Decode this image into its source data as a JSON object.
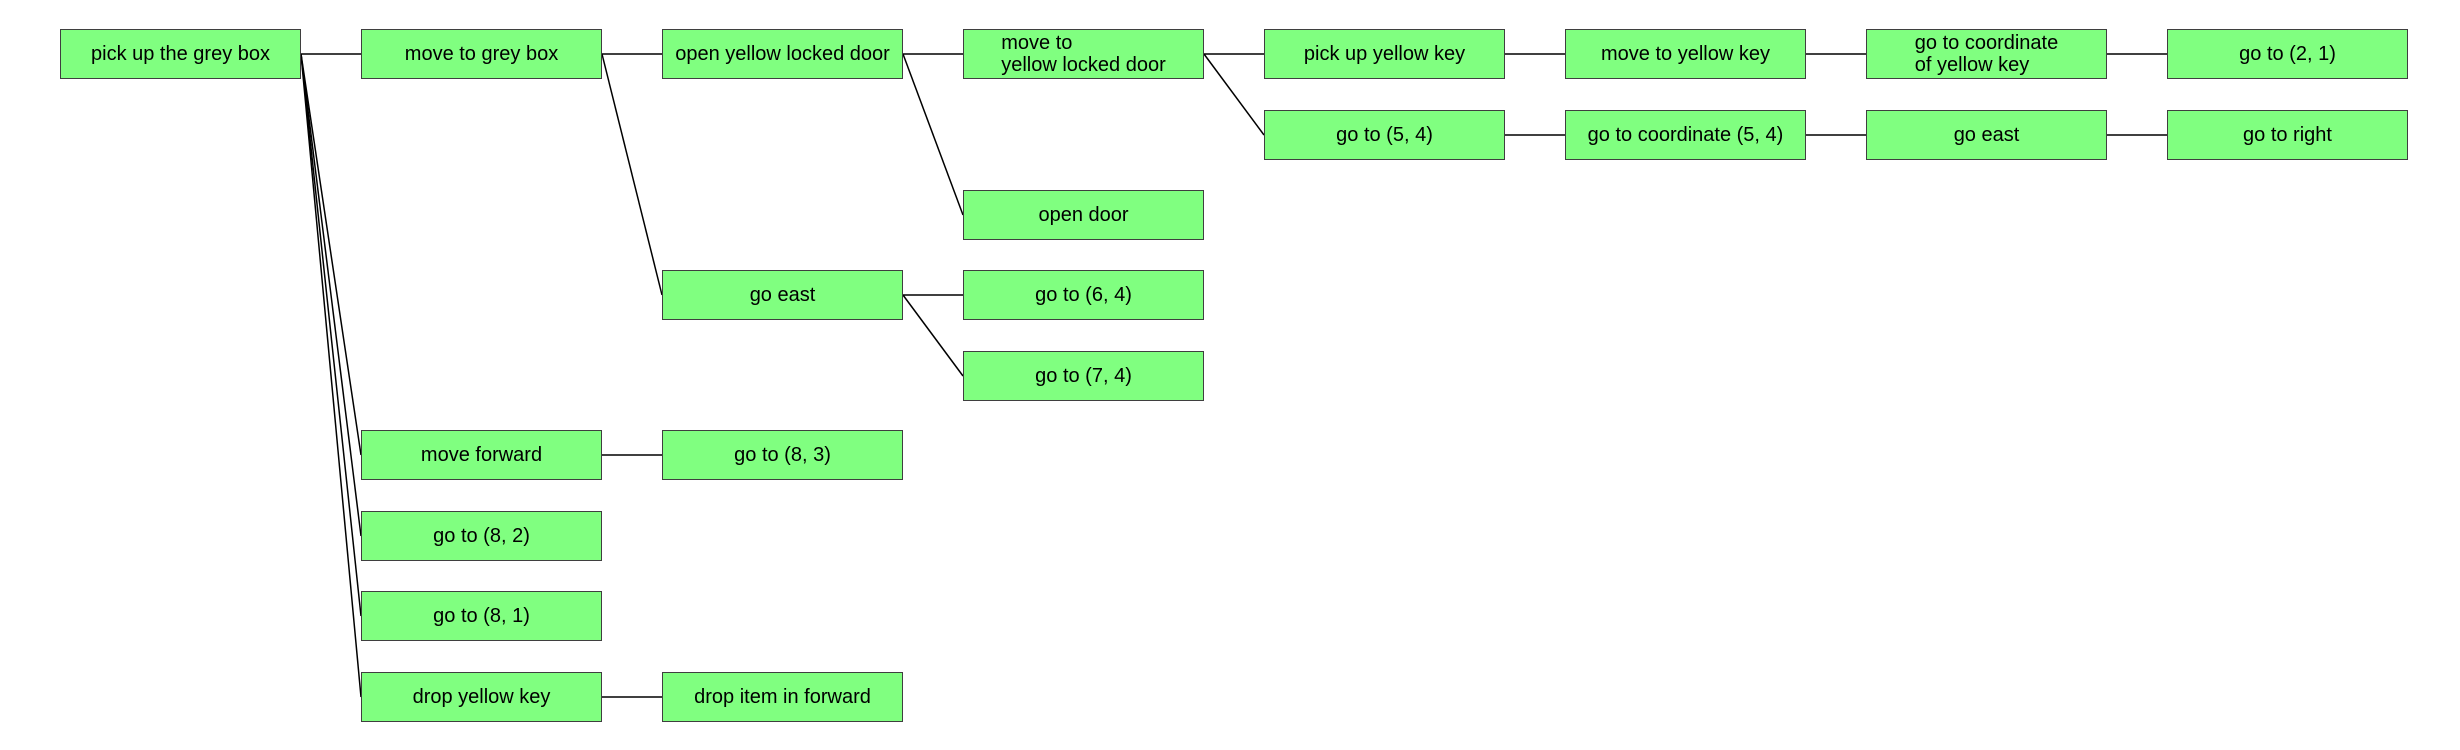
{
  "colors": {
    "node_fill": "#80ff80",
    "node_border": "#3f3f3f",
    "edge": "#000000",
    "background": "#ffffff"
  },
  "nodes": {
    "pick_up_grey_box": "pick up the grey box",
    "move_to_grey_box": "move to grey box",
    "move_forward": "move forward",
    "go_to_8_2": "go to (8, 2)",
    "go_to_8_1": "go to (8, 1)",
    "drop_yellow_key": "drop yellow key",
    "open_yellow_locked_door": "open yellow locked door",
    "go_east_1": "go east",
    "go_to_8_3": "go to (8, 3)",
    "drop_item_in_forward": "drop item in forward",
    "move_to_yellow_locked_door": "move to\nyellow locked door",
    "open_door": "open door",
    "go_to_6_4": "go to (6, 4)",
    "go_to_7_4": "go to (7, 4)",
    "pick_up_yellow_key": "pick up yellow key",
    "go_to_5_4": "go to (5, 4)",
    "move_to_yellow_key": "move to yellow key",
    "go_to_coordinate_5_4": "go to coordinate (5, 4)",
    "go_to_coordinate_of_yellow_key": "go to coordinate\nof yellow key",
    "go_east_2": "go east",
    "go_to_2_1": "go to (2, 1)",
    "go_to_right": "go to right"
  },
  "edges": [
    [
      "pick_up_grey_box",
      "move_to_grey_box"
    ],
    [
      "pick_up_grey_box",
      "move_forward"
    ],
    [
      "pick_up_grey_box",
      "go_to_8_2"
    ],
    [
      "pick_up_grey_box",
      "go_to_8_1"
    ],
    [
      "pick_up_grey_box",
      "drop_yellow_key"
    ],
    [
      "move_to_grey_box",
      "open_yellow_locked_door"
    ],
    [
      "move_to_grey_box",
      "go_east_1"
    ],
    [
      "move_forward",
      "go_to_8_3"
    ],
    [
      "drop_yellow_key",
      "drop_item_in_forward"
    ],
    [
      "open_yellow_locked_door",
      "move_to_yellow_locked_door"
    ],
    [
      "open_yellow_locked_door",
      "open_door"
    ],
    [
      "go_east_1",
      "go_to_6_4"
    ],
    [
      "go_east_1",
      "go_to_7_4"
    ],
    [
      "move_to_yellow_locked_door",
      "pick_up_yellow_key"
    ],
    [
      "move_to_yellow_locked_door",
      "go_to_5_4"
    ],
    [
      "pick_up_yellow_key",
      "move_to_yellow_key"
    ],
    [
      "go_to_5_4",
      "go_to_coordinate_5_4"
    ],
    [
      "move_to_yellow_key",
      "go_to_coordinate_of_yellow_key"
    ],
    [
      "go_to_coordinate_5_4",
      "go_east_2"
    ],
    [
      "go_to_coordinate_of_yellow_key",
      "go_to_2_1"
    ],
    [
      "go_east_2",
      "go_to_right"
    ]
  ]
}
